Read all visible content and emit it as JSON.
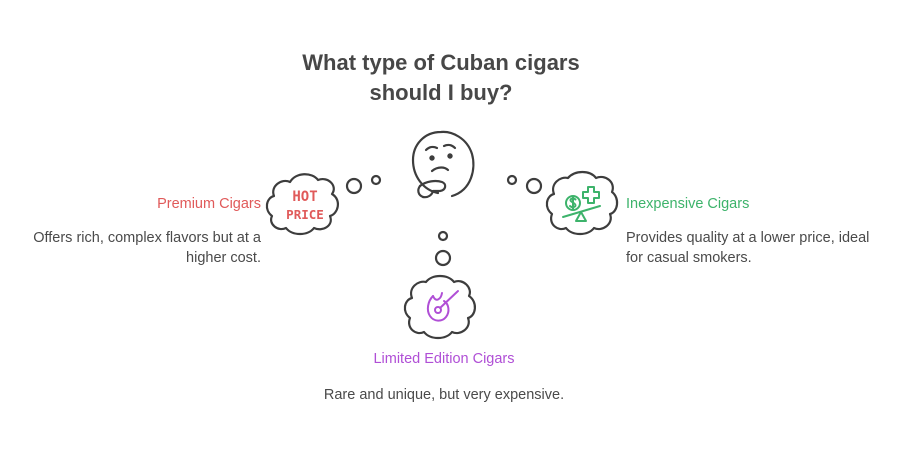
{
  "title": {
    "line1": "What type of Cuban cigars",
    "line2": "should I buy?"
  },
  "colors": {
    "premium": "#e05a5a",
    "inexpensive": "#3db36b",
    "limited": "#b04fd6",
    "stroke": "#3d3d3d",
    "text": "#4a4a4a"
  },
  "options": {
    "premium": {
      "label": "Premium Cigars",
      "description_line1": "Offers rich, complex flavors but at a",
      "description_line2": "higher cost.",
      "icon_line1": "HOT",
      "icon_line2": "PRICE",
      "icon": "hot-price-icon"
    },
    "inexpensive": {
      "label": "Inexpensive Cigars",
      "description_line1": "Provides quality at a lower price, ideal",
      "description_line2": "for casual smokers.",
      "icon": "scale-money-plus-icon"
    },
    "limited": {
      "label": "Limited Edition Cigars",
      "description": "Rare and unique, but very expensive.",
      "icon": "limited-edition-seal-icon"
    }
  },
  "center_icon": "thinking-face-icon"
}
